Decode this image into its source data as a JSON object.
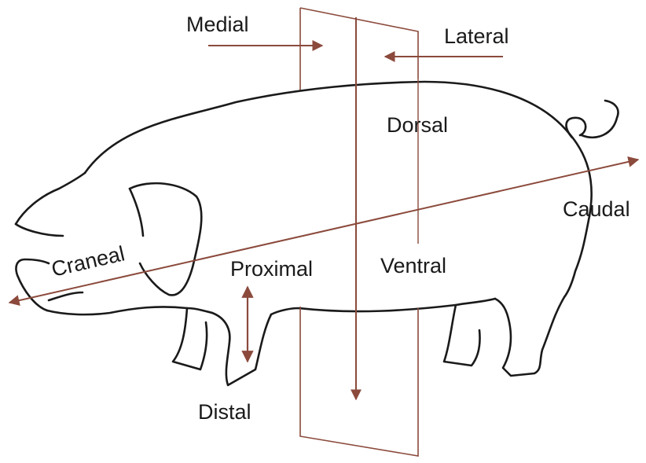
{
  "labels": {
    "medial": "Medial",
    "lateral": "Lateral",
    "dorsal": "Dorsal",
    "caudal": "Caudal",
    "craneal": "Craneal",
    "proximal": "Proximal",
    "ventral": "Ventral",
    "distal": "Distal"
  },
  "colors": {
    "outline": "#1a1a1a",
    "arrow": "#8b4a3c",
    "plane": "#8b4a3c",
    "background": "#ffffff"
  }
}
